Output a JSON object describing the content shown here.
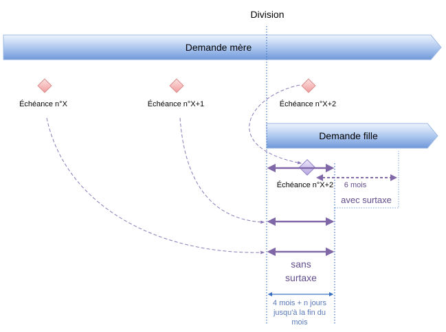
{
  "title": "Division",
  "bars": {
    "parent": "Demande mère",
    "child": "Demande fille"
  },
  "milestones": [
    {
      "label": "Échéance n°X"
    },
    {
      "label": "Échéance n°X+1"
    },
    {
      "label": "Échéance n°X+2"
    }
  ],
  "child_milestone": {
    "label": "Échéance n°X+2"
  },
  "surcharge_period": {
    "duration": "6 mois",
    "label": "avec surtaxe"
  },
  "no_surcharge": {
    "line1": "sans",
    "line2": "surtaxe"
  },
  "interval_note": {
    "line1": "4 mois + n jours",
    "line2": "jusqu'à la fin du",
    "line3": "mois"
  },
  "colors": {
    "bar_top": "#eaf1fc",
    "bar_bottom": "#6f98d8",
    "bar_stroke": "#9fb9e4",
    "diamond_fill": "#f7b8b8",
    "diamond_stroke": "#d88a8a",
    "child_diamond_fill": "#cfc3ec",
    "child_diamond_stroke": "#8f7fc6",
    "arrow": "#8068a8",
    "dashed": "#8a78b8",
    "division_line": "#3a70c0",
    "caption": "#5878b8",
    "text_purple": "#604c8c"
  }
}
